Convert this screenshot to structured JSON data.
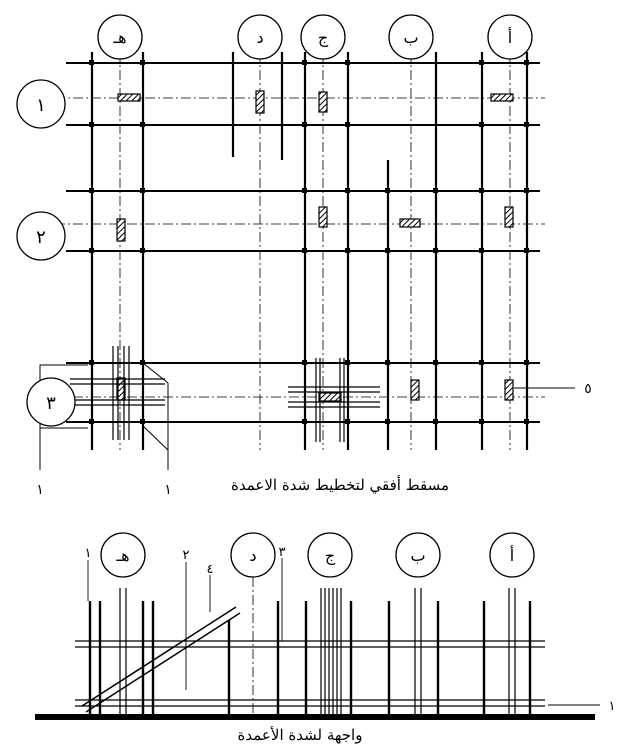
{
  "plan": {
    "column_labels": [
      "أ",
      "ب",
      "ج",
      "د",
      "هـ"
    ],
    "row_labels": [
      "١",
      "٢",
      "٣"
    ],
    "callout_5": "٥",
    "callout_1_left": "١",
    "callout_1_mid": "١",
    "caption": "مسقط أفقي لتخطيط شدة الاعمدة"
  },
  "elevation": {
    "column_labels": [
      "أ",
      "ب",
      "ج",
      "د",
      "هـ"
    ],
    "callout_1_top": "١",
    "callout_2": "٢",
    "callout_3": "٣",
    "callout_4": "٤",
    "callout_1_right": "١",
    "caption": "واجهة لشدة الأعمدة"
  }
}
